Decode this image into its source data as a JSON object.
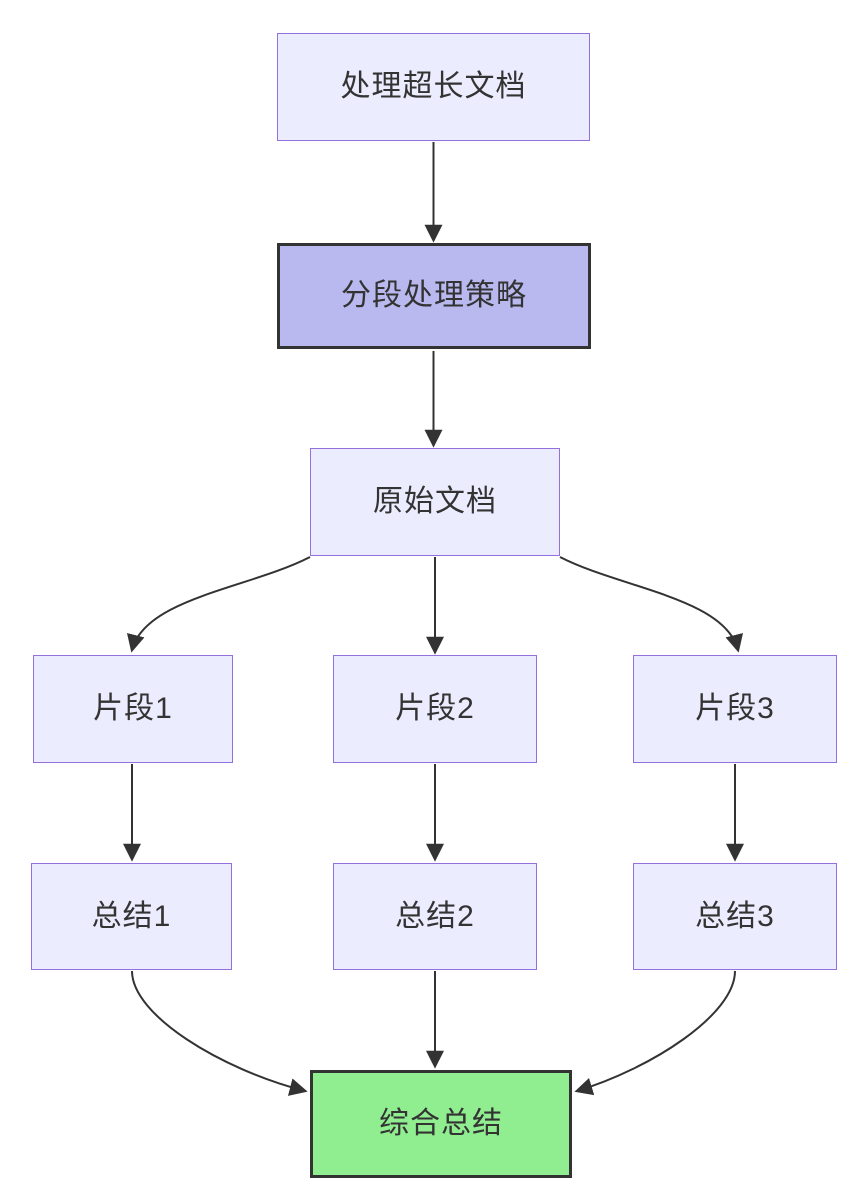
{
  "diagram": {
    "type": "flowchart",
    "direction": "top-down",
    "nodes": [
      {
        "id": "start",
        "label": "处理超长文档",
        "style": "default"
      },
      {
        "id": "strategy",
        "label": "分段处理策略",
        "style": "highlight"
      },
      {
        "id": "source",
        "label": "原始文档",
        "style": "default"
      },
      {
        "id": "chunk1",
        "label": "片段1",
        "style": "default"
      },
      {
        "id": "chunk2",
        "label": "片段2",
        "style": "default"
      },
      {
        "id": "chunk3",
        "label": "片段3",
        "style": "default"
      },
      {
        "id": "summary1",
        "label": "总结1",
        "style": "default"
      },
      {
        "id": "summary2",
        "label": "总结2",
        "style": "default"
      },
      {
        "id": "summary3",
        "label": "总结3",
        "style": "default"
      },
      {
        "id": "final",
        "label": "综合总结",
        "style": "success"
      }
    ],
    "edges": [
      {
        "from": "处理超长文档",
        "to": "分段处理策略"
      },
      {
        "from": "分段处理策略",
        "to": "原始文档"
      },
      {
        "from": "原始文档",
        "to": "片段1"
      },
      {
        "from": "原始文档",
        "to": "片段2"
      },
      {
        "from": "原始文档",
        "to": "片段3"
      },
      {
        "from": "片段1",
        "to": "总结1"
      },
      {
        "from": "片段2",
        "to": "总结2"
      },
      {
        "from": "片段3",
        "to": "总结3"
      },
      {
        "from": "总结1",
        "to": "综合总结"
      },
      {
        "from": "总结2",
        "to": "综合总结"
      },
      {
        "from": "总结3",
        "to": "综合总结"
      }
    ],
    "colors": {
      "background": "#ffffff",
      "node_fill": "#ECECFF",
      "node_border": "#9370DB",
      "highlight_fill": "#B9B9F0",
      "highlight_border": "#333333",
      "success_fill": "#90EE90",
      "success_border": "#333333",
      "edge": "#333333",
      "text": "#333333"
    }
  }
}
